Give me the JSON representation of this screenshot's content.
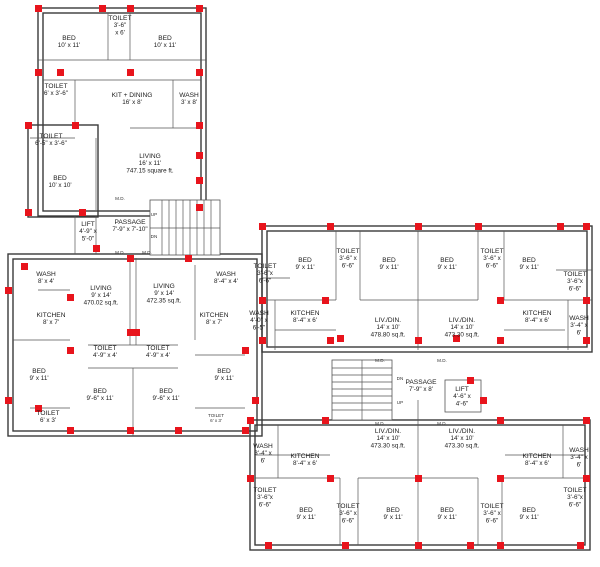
{
  "rooms": [
    {
      "id": "a-bed-1",
      "name": "BED",
      "dim": "10' x 11'"
    },
    {
      "id": "a-toilet-1",
      "name": "TOILET",
      "dim": "3'-6\"",
      "dim2": "x 6'"
    },
    {
      "id": "a-bed-2",
      "name": "BED",
      "dim": "10' x 11'"
    },
    {
      "id": "a-toilet-2",
      "name": "TOILET",
      "dim": "6' x 3'-6\""
    },
    {
      "id": "a-kit",
      "name": "KIT + DINING",
      "dim": "16' x 8'"
    },
    {
      "id": "a-wash",
      "name": "WASH",
      "dim": "3' x 8'"
    },
    {
      "id": "a-toilet-3",
      "name": "TOILET",
      "dim": "6'-5\" x 3'-6\""
    },
    {
      "id": "a-living",
      "name": "LIVING",
      "dim": "16' x 11'",
      "area": "747.15 square ft."
    },
    {
      "id": "a-bed-3",
      "name": "BED",
      "dim": "10' x 10'"
    },
    {
      "id": "a-passage",
      "name": "PASSAGE",
      "dim": "7'-9\" x 7'-10\""
    },
    {
      "id": "a-lift",
      "name": "LIFT",
      "dim": "4'-9\" x",
      "dim2": "5'-0\""
    },
    {
      "id": "b-wash-1",
      "name": "WASH",
      "dim": "8' x 4'"
    },
    {
      "id": "b-living-1",
      "name": "LIVING",
      "dim": "9' x 14'",
      "area": "470.02 sq.ft."
    },
    {
      "id": "b-living-2",
      "name": "LIVING",
      "dim": "9' x 14'",
      "area": "472.35 sq.ft."
    },
    {
      "id": "b-wash-2",
      "name": "WASH",
      "dim": "8'-4\" x 4'"
    },
    {
      "id": "b-kitchen-1",
      "name": "KITCHEN",
      "dim": "8' x 7'"
    },
    {
      "id": "b-kitchen-2",
      "name": "KITCHEN",
      "dim": "8' x 7'"
    },
    {
      "id": "b-toilet-1",
      "name": "TOILET",
      "dim": "4'-9\" x 4'"
    },
    {
      "id": "b-toilet-2",
      "name": "TOILET",
      "dim": "4'-9\" x 4'"
    },
    {
      "id": "b-bed-1",
      "name": "BED",
      "dim": "9' x 11'"
    },
    {
      "id": "b-bed-2",
      "name": "BED",
      "dim": "9'-6\" x 11'"
    },
    {
      "id": "b-bed-3",
      "name": "BED",
      "dim": "9'-6\" x 11'"
    },
    {
      "id": "b-bed-4",
      "name": "BED",
      "dim": "9' x 11'"
    },
    {
      "id": "b-toilet-3",
      "name": "TOILET",
      "dim": "6' x 3'"
    },
    {
      "id": "b-toilet-4",
      "name": "TOILET",
      "dim": "6' x 3'"
    },
    {
      "id": "c-toilet-1",
      "name": "TOILET",
      "dim": "3'-6\"x",
      "dim2": "6'-6\""
    },
    {
      "id": "c-bed-1",
      "name": "BED",
      "dim": "9' x 11'"
    },
    {
      "id": "c-toilet-2",
      "name": "TOILET",
      "dim": "3'-6\" x",
      "dim2": "6'-6\""
    },
    {
      "id": "c-bed-2",
      "name": "BED",
      "dim": "9' x 11'"
    },
    {
      "id": "c-bed-3",
      "name": "BED",
      "dim": "9' x 11'"
    },
    {
      "id": "c-toilet-3",
      "name": "TOILET",
      "dim": "3'-6\" x",
      "dim2": "6'-6\""
    },
    {
      "id": "c-bed-4",
      "name": "BED",
      "dim": "9' x 11'"
    },
    {
      "id": "c-toilet-4",
      "name": "TOILET",
      "dim": "3'-6\"x",
      "dim2": "6'-6\""
    },
    {
      "id": "c-wash-1",
      "name": "WASH",
      "dim": "4'-0\" x",
      "dim2": "6'-5\""
    },
    {
      "id": "c-kitchen-1",
      "name": "KITCHEN",
      "dim": "8'-4\" x 6'"
    },
    {
      "id": "c-livdin-1",
      "name": "LIV./DIN.",
      "dim": "14' x 10'",
      "area": "478.80 sq.ft."
    },
    {
      "id": "c-livdin-2",
      "name": "LIV./DIN.",
      "dim": "14' x 10'",
      "area": "473.30 sq.ft."
    },
    {
      "id": "c-kitchen-2",
      "name": "KITCHEN",
      "dim": "8'-4\" x 6'"
    },
    {
      "id": "c-wash-2",
      "name": "WASH",
      "dim": "3'-4\" x",
      "dim2": "6'"
    },
    {
      "id": "c-passage",
      "name": "PASSAGE",
      "dim": "7'-9\" x 8'"
    },
    {
      "id": "c-lift",
      "name": "LIFT",
      "dim": "4'-6\" x",
      "dim2": "4'-6\""
    },
    {
      "id": "d-livdin-1",
      "name": "LIV./DIN.",
      "dim": "14' x 10'",
      "area": "473.30 sq.ft."
    },
    {
      "id": "d-livdin-2",
      "name": "LIV./DIN.",
      "dim": "14' x 10'",
      "area": "473.30 sq.ft."
    },
    {
      "id": "d-wash-1",
      "name": "WASH",
      "dim": "3'-4\" x",
      "dim2": "6'"
    },
    {
      "id": "d-kitchen-1",
      "name": "KITCHEN",
      "dim": "8'-4\" x 6'"
    },
    {
      "id": "d-kitchen-2",
      "name": "KITCHEN",
      "dim": "8'-4\" x 6'"
    },
    {
      "id": "d-wash-2",
      "name": "WASH",
      "dim": "3'-4\" x",
      "dim2": "6'"
    },
    {
      "id": "d-toilet-1",
      "name": "TOILET",
      "dim": "3'-6\"x",
      "dim2": "6'-6\""
    },
    {
      "id": "d-bed-1",
      "name": "BED",
      "dim": "9' x 11'"
    },
    {
      "id": "d-toilet-2",
      "name": "TOILET",
      "dim": "3'-6\" x",
      "dim2": "6'-6\""
    },
    {
      "id": "d-bed-2",
      "name": "BED",
      "dim": "9' x 11'"
    },
    {
      "id": "d-bed-3",
      "name": "BED",
      "dim": "9' x 11'"
    },
    {
      "id": "d-toilet-3",
      "name": "TOILET",
      "dim": "3'-6\" x",
      "dim2": "6'-6\""
    },
    {
      "id": "d-bed-4",
      "name": "BED",
      "dim": "9' x 11'"
    },
    {
      "id": "d-toilet-4",
      "name": "TOILET",
      "dim": "3'-6\"x",
      "dim2": "6'-6\""
    }
  ],
  "markers": {
    "md": "M.D.",
    "up": "UP",
    "dn": "DN"
  },
  "colors": {
    "column": "#e8141c",
    "wall": "#3a3a3a",
    "background": "#ffffff"
  }
}
